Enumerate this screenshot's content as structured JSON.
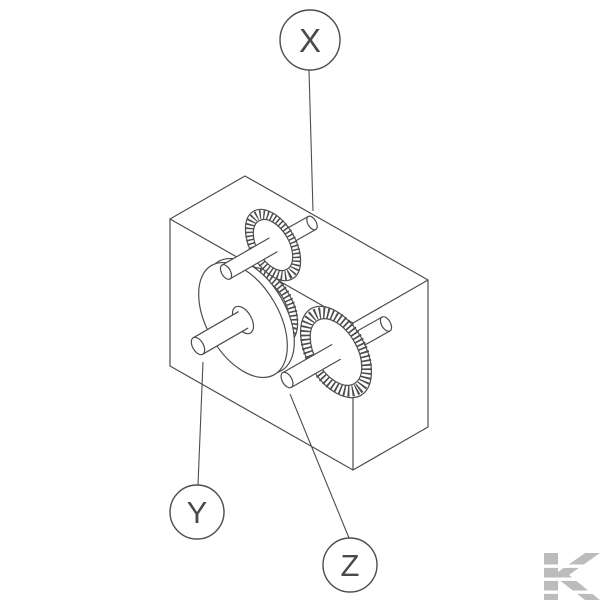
{
  "diagram": {
    "type": "technical-illustration",
    "callouts": [
      {
        "label": "X"
      },
      {
        "label": "Y"
      },
      {
        "label": "Z"
      }
    ],
    "colors": {
      "line": "#4d4d4d",
      "background": "#ffffff",
      "watermark": "#bcbcbc"
    }
  },
  "watermark": {
    "glyph": "K"
  }
}
